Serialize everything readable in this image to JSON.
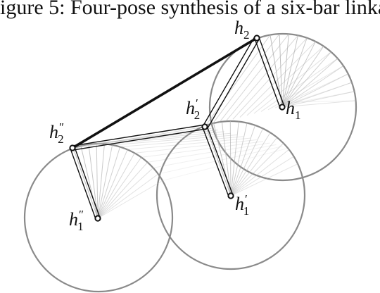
{
  "figure": {
    "caption": "igure 5: Four-pose synthesis of a six-bar linka",
    "labels": {
      "h2": {
        "base": "h",
        "sub": "2",
        "primes": ""
      },
      "h1": {
        "base": "h",
        "sub": "1",
        "primes": ""
      },
      "h2p": {
        "base": "h",
        "sub": "2",
        "primes": "′"
      },
      "h1p": {
        "base": "h",
        "sub": "1",
        "primes": "′"
      },
      "h2pp": {
        "base": "h",
        "sub": "2",
        "primes": "″"
      },
      "h1pp": {
        "base": "h",
        "sub": "1",
        "primes": "″"
      }
    }
  }
}
